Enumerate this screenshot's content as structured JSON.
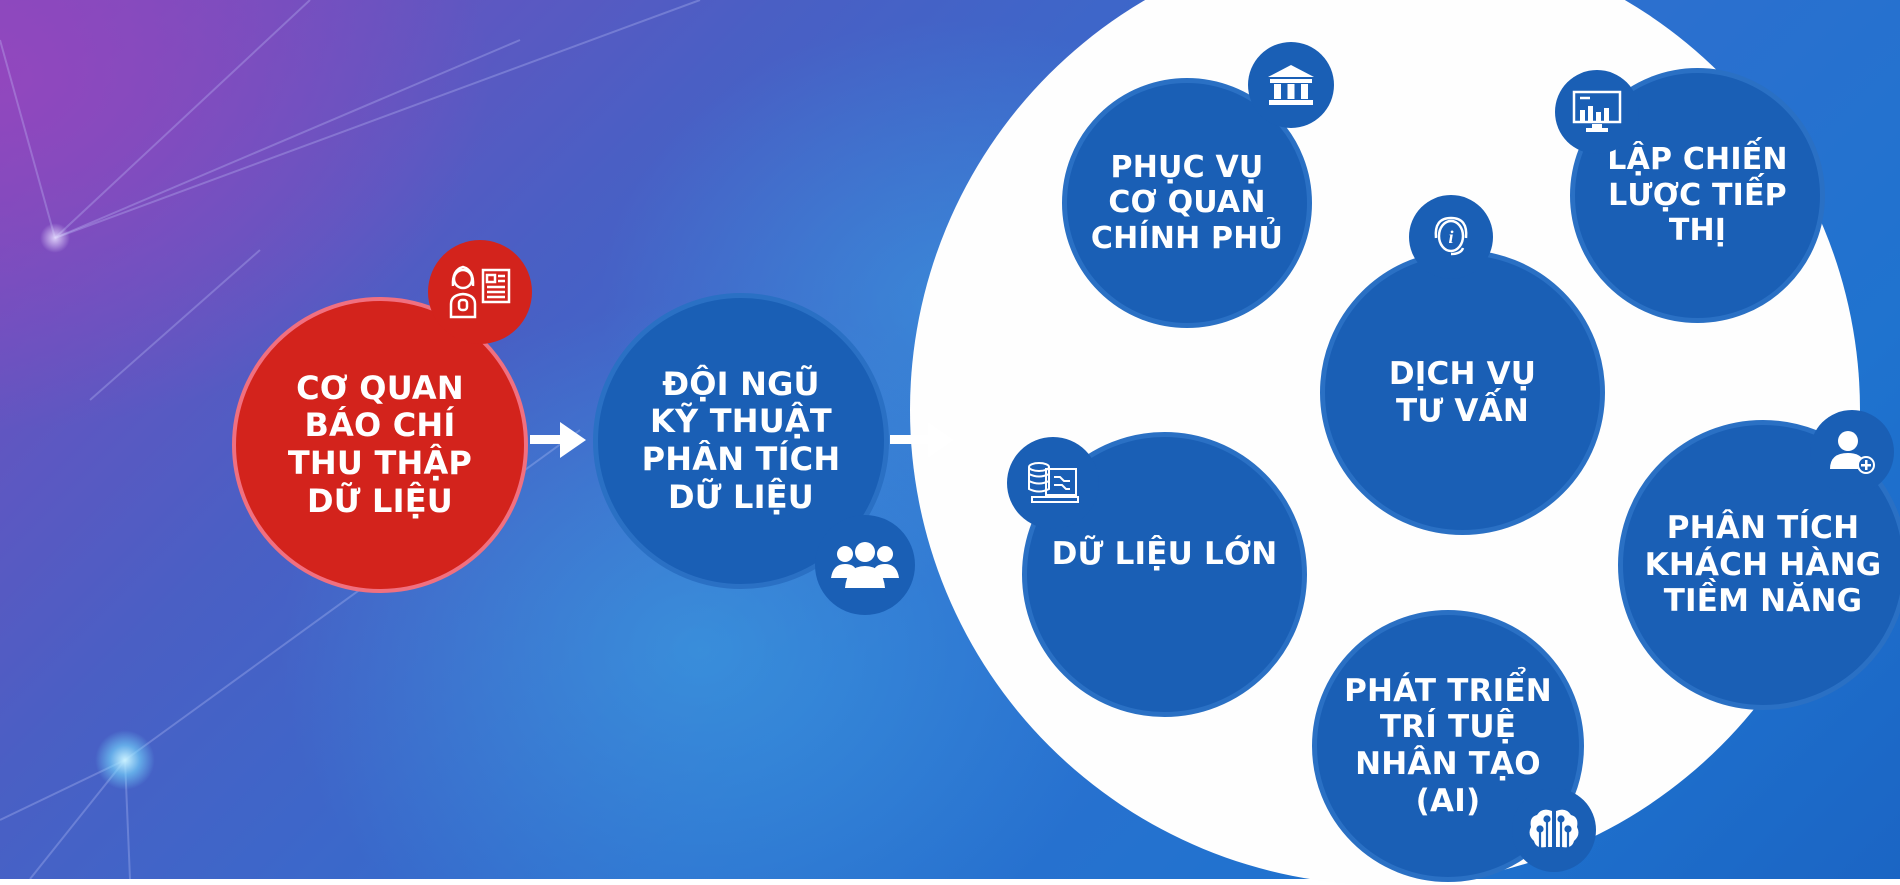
{
  "diagram": {
    "colors": {
      "source_bubble": "#d3231c",
      "bubble_blue": "#1a5fb5",
      "container": "#ffffff",
      "text": "#ffffff"
    },
    "flow": [
      {
        "id": "source",
        "label": "CƠ QUAN\nBÁO CHÍ\nTHU THẬP\nDỮ LIỆU",
        "icon": "journalist-newspaper-icon"
      },
      {
        "id": "team",
        "label": "ĐỘI NGŨ\nKỸ THUẬT\nPHÂN TÍCH\nDỮ LIỆU",
        "icon": "team-users-icon"
      }
    ],
    "arrows": [
      "arrow-right",
      "arrow-right"
    ],
    "outputs": [
      {
        "id": "government",
        "label": "PHỤC VỤ\nCƠ QUAN\nCHÍNH PHỦ",
        "icon": "government-building-icon"
      },
      {
        "id": "marketing",
        "label": "LẬP CHIẾN\nLƯỢC TIẾP\nTHỊ",
        "icon": "monitor-chart-icon"
      },
      {
        "id": "consulting",
        "label": "DỊCH VỤ\nTƯ VẤN",
        "icon": "info-headset-icon"
      },
      {
        "id": "bigdata",
        "label": "DỮ LIỆU LỚN",
        "icon": "database-laptop-icon"
      },
      {
        "id": "customers",
        "label": "PHÂN TÍCH\nKHÁCH HÀNG\nTIỀM NĂNG",
        "icon": "user-add-icon"
      },
      {
        "id": "ai",
        "label": "PHÁT TRIỂN\nTRÍ TUỆ\nNHÂN TẠO\n(AI)",
        "icon": "brain-circuit-icon"
      }
    ]
  }
}
